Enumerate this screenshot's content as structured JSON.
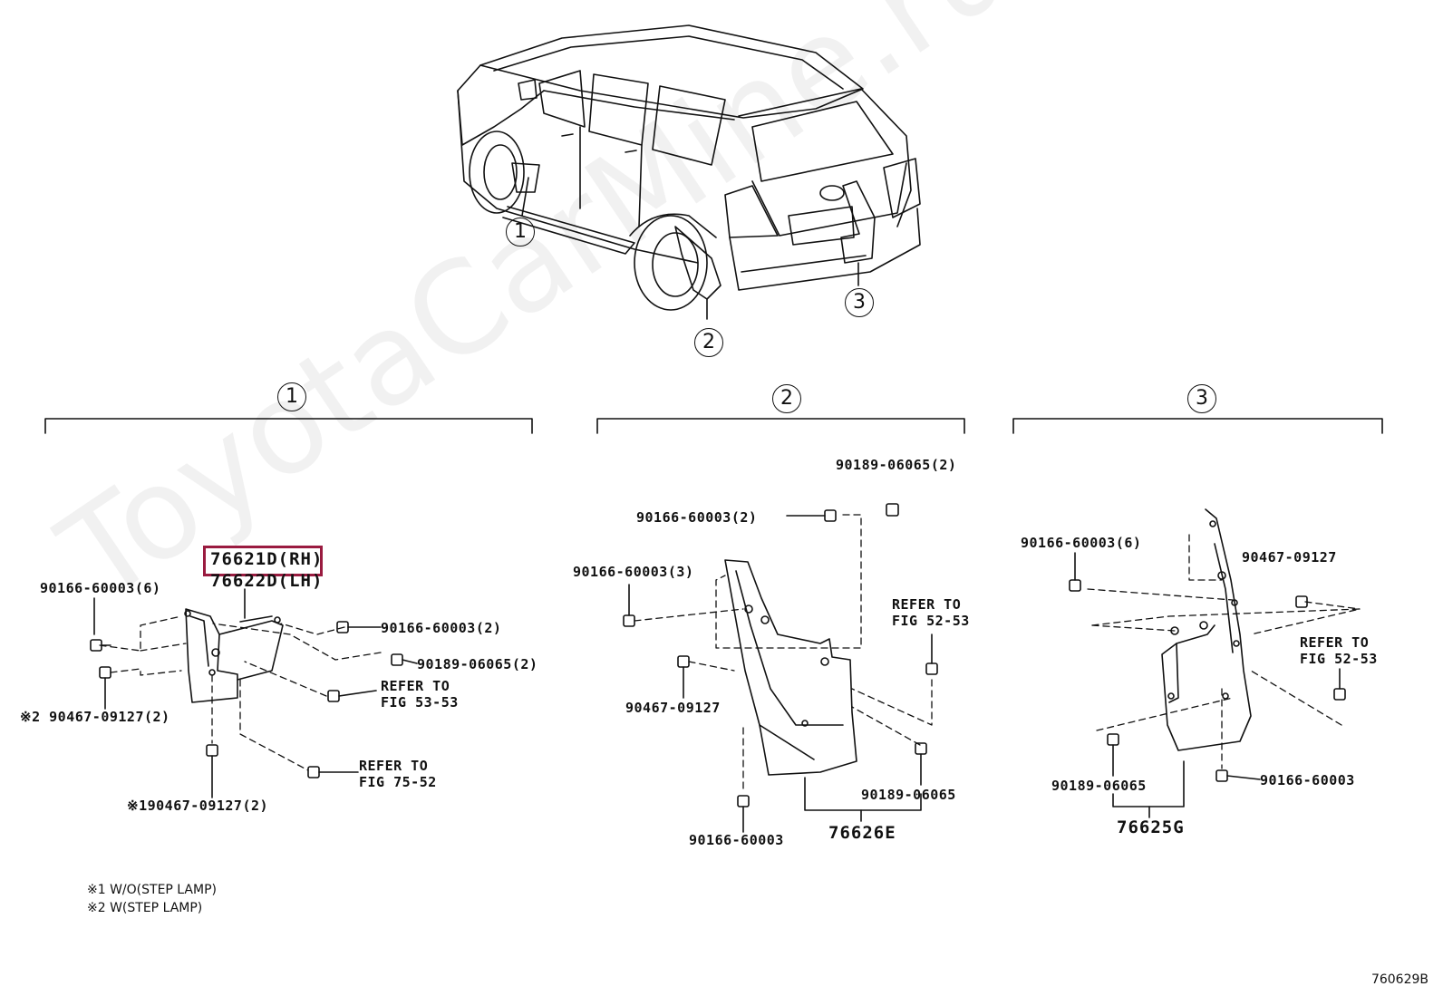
{
  "watermark": "ToyotaCarMine.ru",
  "figure_code": "760629B",
  "highlight_color": "#9a1b40",
  "callouts": [
    "1",
    "2",
    "3"
  ],
  "sections": [
    {
      "id": "1",
      "part_main": "76621D(RH)",
      "part_alt": "76622D(LH)",
      "labels": [
        "90166-60003(6)",
        "90166-60003(2)",
        "90189-06065(2)",
        "※2 90467-09127(2)",
        "※190467-09127(2)"
      ],
      "refer_a": "REFER TO\nFIG 53-53",
      "refer_b": "REFER TO\nFIG 75-52"
    },
    {
      "id": "2",
      "part_main": "76626E",
      "labels": [
        "90189-06065(2)",
        "90166-60003(2)",
        "90166-60003(3)",
        "90467-09127",
        "90189-06065",
        "90166-60003"
      ],
      "refer": "REFER TO\nFIG 52-53"
    },
    {
      "id": "3",
      "part_main": "76625G",
      "labels": [
        "90166-60003(6)",
        "90467-09127",
        "90189-06065",
        "90166-60003"
      ],
      "refer": "REFER TO\nFIG 52-53"
    }
  ],
  "notes": [
    "※1 W/O(STEP LAMP)",
    "※2 W(STEP LAMP)"
  ]
}
